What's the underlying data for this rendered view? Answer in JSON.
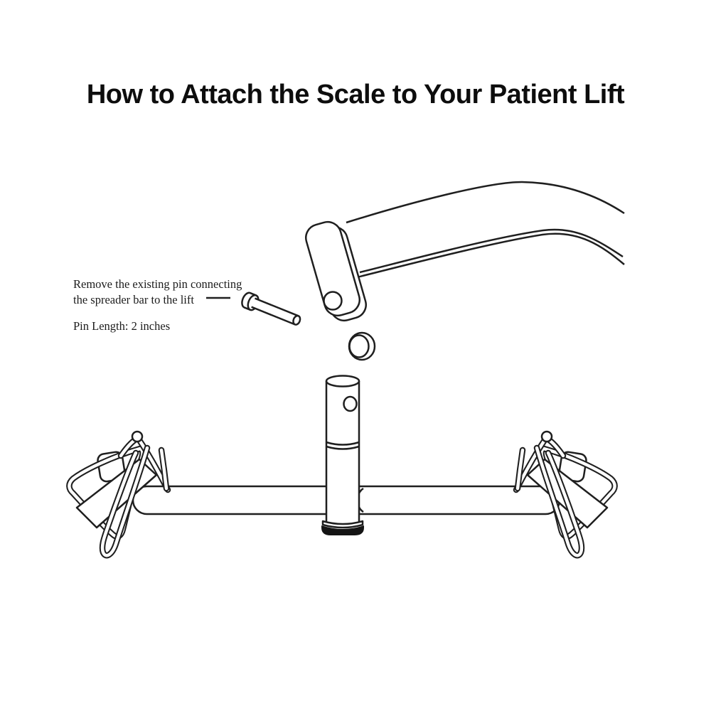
{
  "title": "How to Attach the Scale to Your Patient Lift",
  "annotations": {
    "remove_pin": {
      "line1": "Remove the existing pin connecting",
      "line2": "the spreader bar to the lift"
    },
    "pin_length": "Pin Length: 2 inches"
  },
  "colors": {
    "line": "#1f1f1f",
    "background": "#ffffff",
    "adapter_base": "#141414"
  }
}
